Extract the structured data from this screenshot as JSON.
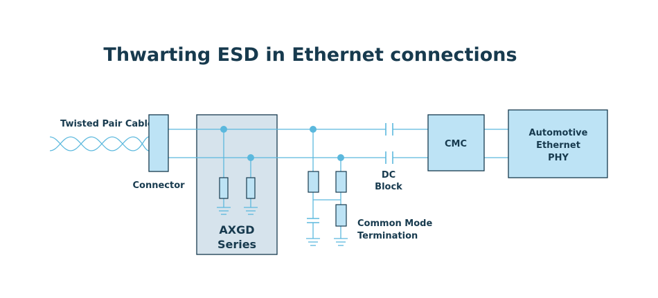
{
  "title": "Thwarting ESD in Ethernet connections",
  "labels": {
    "twisted_pair": "Twisted Pair Cable",
    "connector": "Connector",
    "axgd_line1": "AXGD",
    "axgd_line2": "Series",
    "dc_line1": "DC",
    "dc_line2": "Block",
    "cm_line1": "Common Mode",
    "cm_line2": "Termination",
    "cmc": "CMC",
    "phy_line1": "Automotive",
    "phy_line2": "Ethernet",
    "phy_line3": "PHY"
  },
  "colors": {
    "line": "#5bb8dd",
    "fill": "#bde3f5",
    "stroke": "#173a4e",
    "axgd_fill": "#d6e3ec",
    "text": "#173a4e"
  }
}
